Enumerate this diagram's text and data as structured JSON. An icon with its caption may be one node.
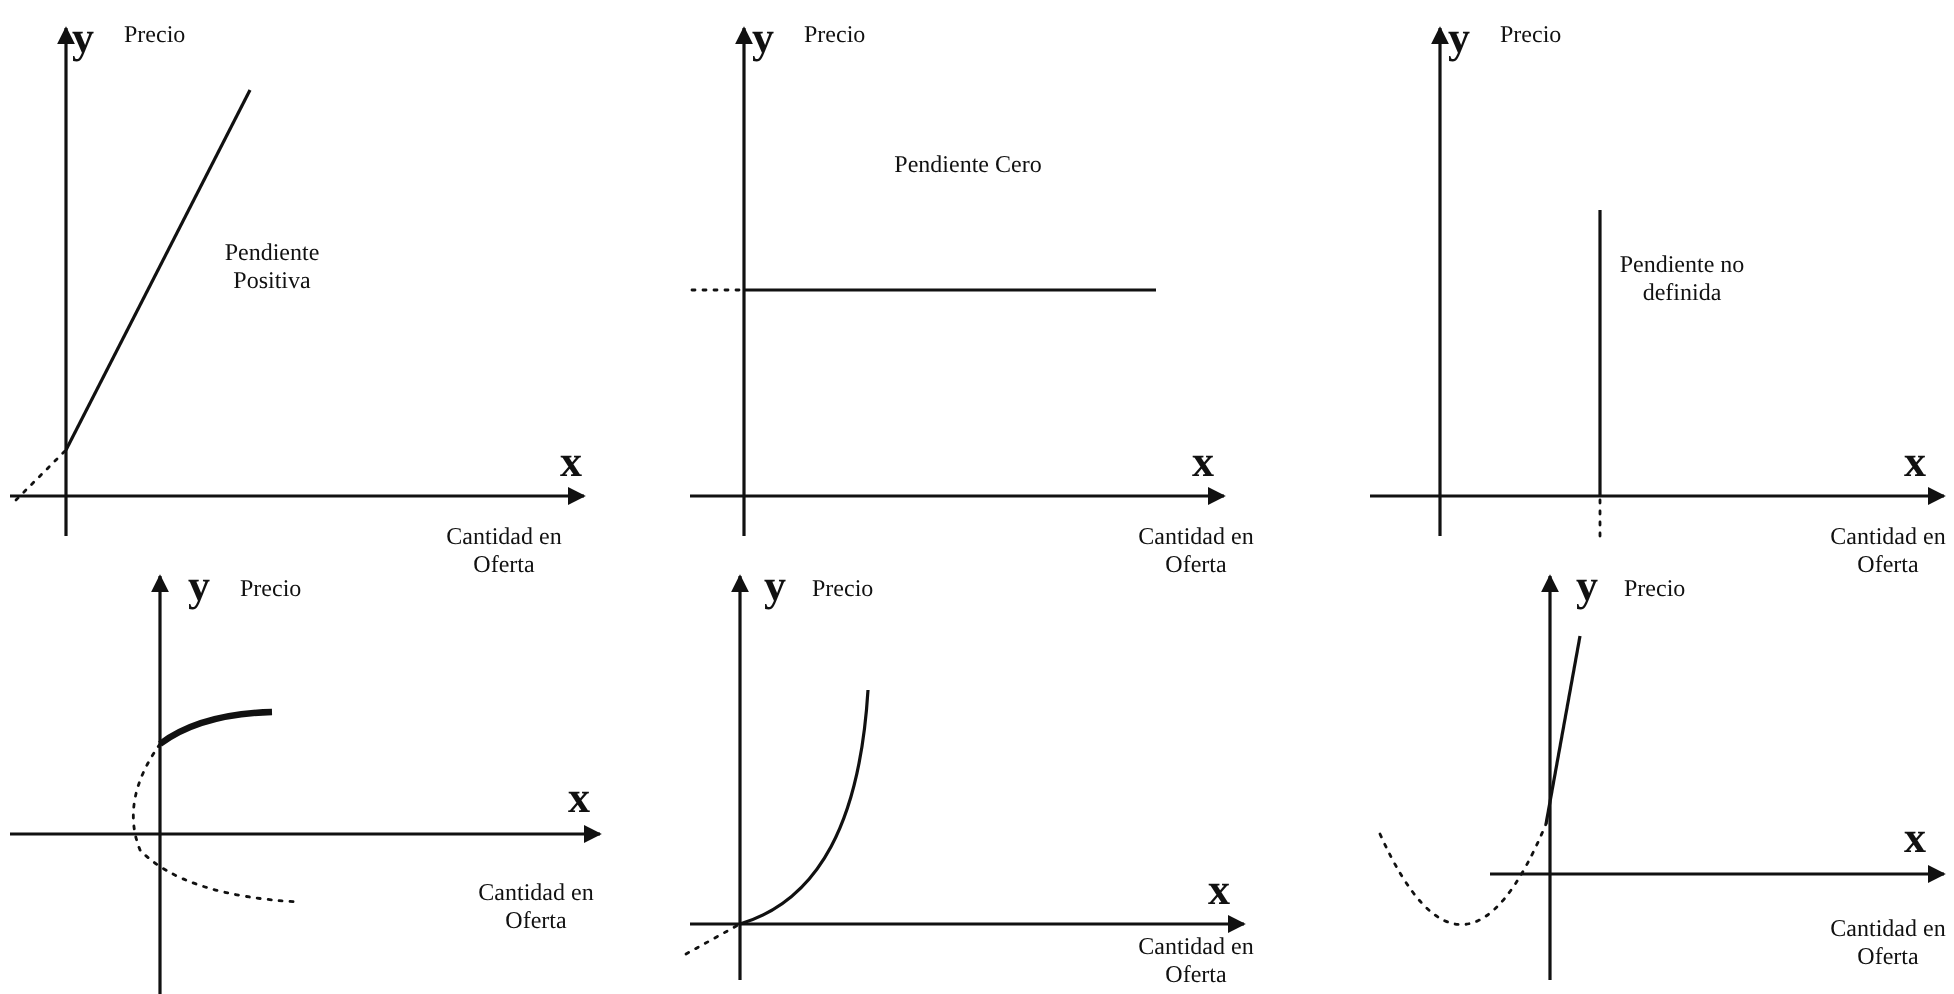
{
  "diagram": {
    "labels": [
      "y",
      "Precio",
      "Pendiente Positiva",
      "x",
      "Cantidad en Oferta",
      "y",
      "Precio",
      "Pendiente Cero",
      "x",
      "Cantidad en Oferta",
      "y",
      "Precio",
      "Pendiente no definida",
      "x",
      "Cantidad en Oferta",
      "y",
      "Precio",
      "x",
      "Cantidad en Oferta",
      "y",
      "Precio",
      "x",
      "Cantidad en Oferta",
      "y",
      "Precio",
      "x",
      "Cantidad en Oferta"
    ]
  }
}
